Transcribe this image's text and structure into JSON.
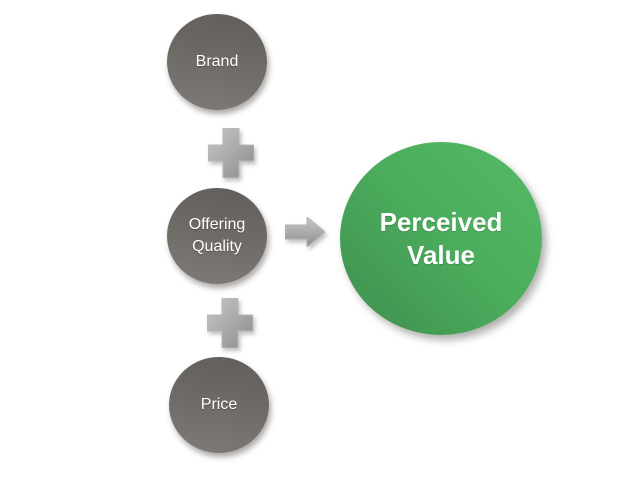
{
  "diagram": {
    "nodes": {
      "brand": {
        "label": "Brand",
        "shape": "circle",
        "fill": "gray-gradient"
      },
      "offering_quality": {
        "label": "Offering Quality",
        "shape": "circle",
        "fill": "gray-gradient"
      },
      "price": {
        "label": "Price",
        "shape": "circle",
        "fill": "gray-gradient"
      },
      "perceived_value": {
        "label": "Perceived Value",
        "shape": "circle",
        "fill": "green-gradient"
      }
    },
    "connectors": {
      "plus_between_brand_and_offering": "plus-icon",
      "plus_between_offering_and_price": "plus-icon",
      "arrow_offering_to_perceived_value": "right-arrow-icon"
    },
    "colors": {
      "background": "#ffffff",
      "input_circle_gradient_top": "#615d5a",
      "input_circle_gradient_bottom": "#7e7b78",
      "result_circle_gradient_bright": "#55b966",
      "result_circle_gradient_dark": "#3f8e4f",
      "connector_gray_light": "#c9c7c5",
      "connector_gray_dark": "#8d8b89",
      "label_text": "#ffffff"
    }
  }
}
